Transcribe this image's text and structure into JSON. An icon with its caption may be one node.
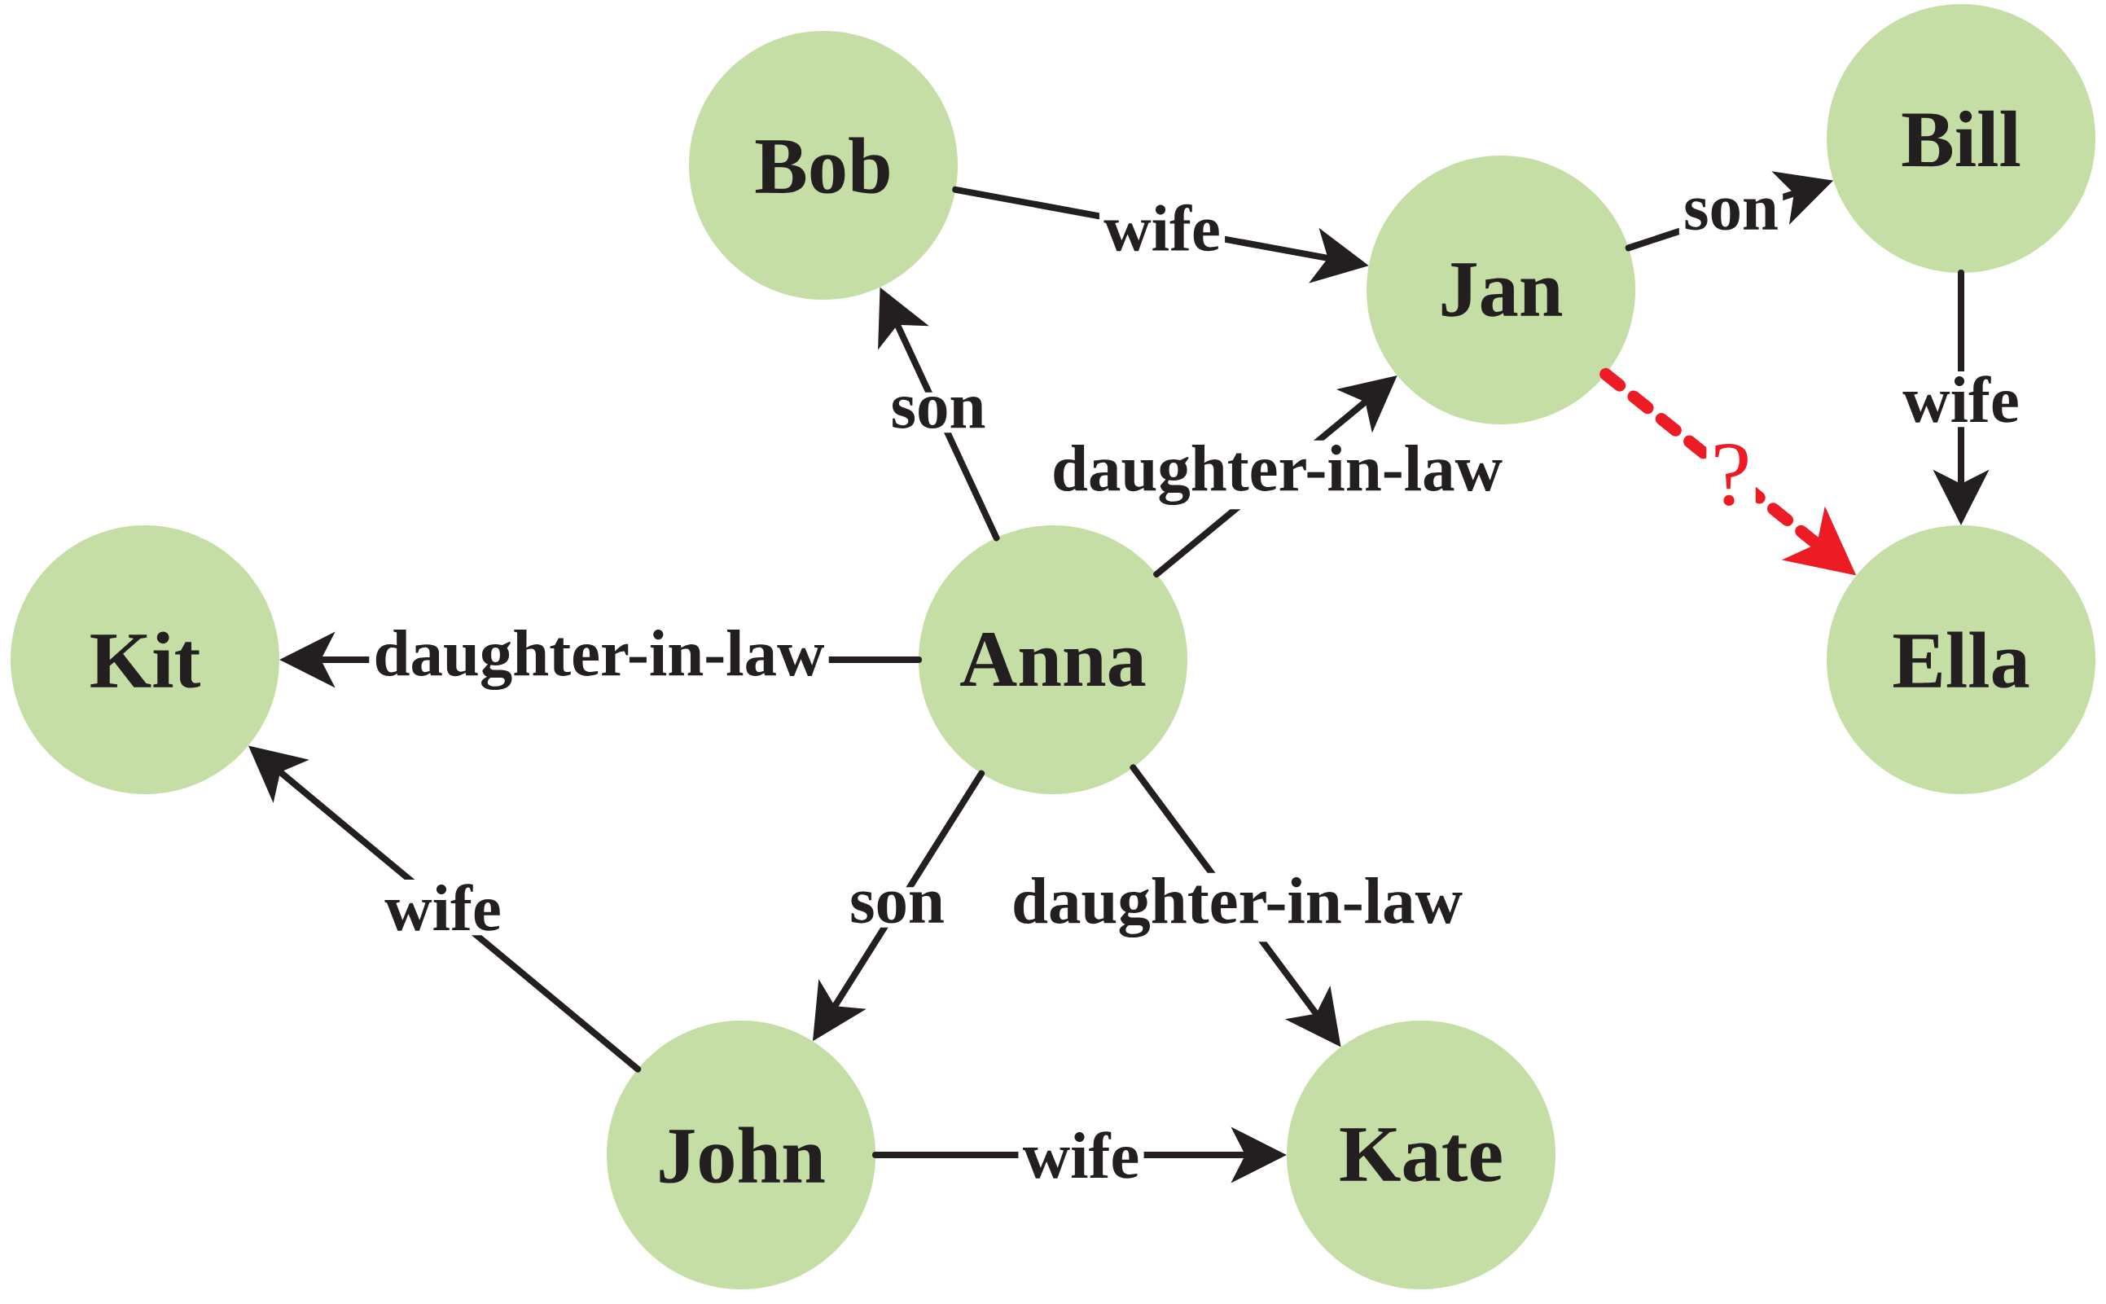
{
  "diagram": {
    "nodes": [
      {
        "text": [
          "Bob"
        ]
      },
      {
        "text": [
          "Jan"
        ]
      },
      {
        "text": [
          "Bill"
        ]
      },
      {
        "text": [
          "Kit"
        ]
      },
      {
        "text": [
          "Anna"
        ]
      },
      {
        "text": [
          "Ella"
        ]
      },
      {
        "text": [
          "John"
        ]
      },
      {
        "text": [
          "Kate"
        ]
      }
    ],
    "edges": [
      {
        "from": 4,
        "to": 0,
        "arrow": "to",
        "label": "son"
      },
      {
        "from": 0,
        "to": 1,
        "arrow": "to",
        "label": "wife"
      },
      {
        "from": 1,
        "to": 2,
        "arrow": "to",
        "label": "son"
      },
      {
        "from": 4,
        "to": 1,
        "arrow": "to",
        "label": "daughter-in-law"
      },
      {
        "from": 1,
        "to": 5,
        "arrow": "to",
        "label": "?",
        "style": "dashed",
        "color": "#ed1c24"
      },
      {
        "from": 2,
        "to": 5,
        "arrow": "to",
        "label": "wife"
      },
      {
        "from": 4,
        "to": 3,
        "arrow": "to",
        "label": "daughter-in-law"
      },
      {
        "from": 4,
        "to": 6,
        "arrow": "to",
        "label": "son"
      },
      {
        "from": 4,
        "to": 7,
        "arrow": "to",
        "label": "daughter-in-law"
      },
      {
        "from": 6,
        "to": 3,
        "arrow": "to",
        "label": "wife"
      },
      {
        "from": 6,
        "to": 7,
        "arrow": "to",
        "label": "wife"
      }
    ]
  }
}
